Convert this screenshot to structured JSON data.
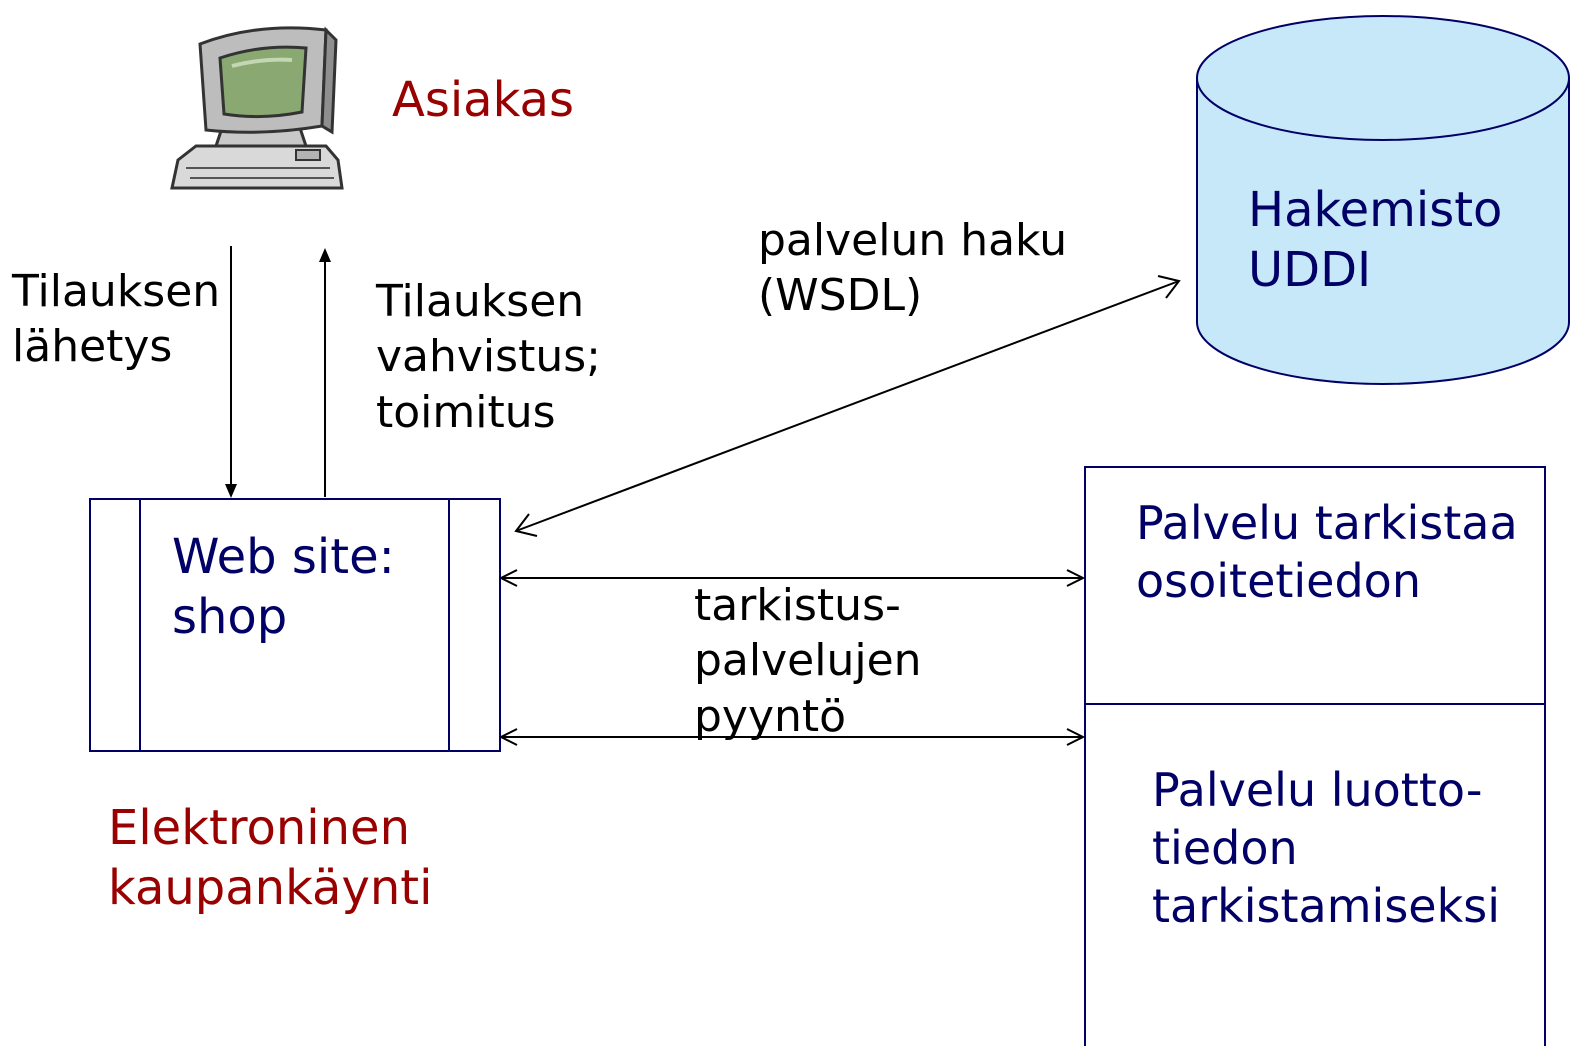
{
  "colors": {
    "line": "#000000",
    "box_text": "#000066",
    "title_text": "#990000",
    "cylinder_fill": "#c6e8f8",
    "cylinder_stroke": "#000066",
    "box_stroke": "#000066"
  },
  "icon": {
    "client": "computer-icon"
  },
  "client": {
    "label": "Asiakas"
  },
  "directory": {
    "line1": "Hakemisto",
    "line2": "UDDI"
  },
  "lookup": {
    "line1": "palvelun haku",
    "line2": "(WSDL)"
  },
  "order_send": {
    "line1": "Tilauksen",
    "line2": "lähetys"
  },
  "order_confirm": {
    "line1": "Tilauksen",
    "line2": "vahvistus;",
    "line3": "toimitus"
  },
  "website": {
    "line1": "Web site:",
    "line2": "shop"
  },
  "ecommerce": {
    "line1": "Elektroninen",
    "line2": "kaupankäynti"
  },
  "request": {
    "line1": "tarkistus-",
    "line2": "palvelujen",
    "line3": "pyyntö"
  },
  "service_address": {
    "line1": "Palvelu tarkistaa",
    "line2": "osoitetiedon"
  },
  "service_credit": {
    "line1": "Palvelu luotto-",
    "line2": "tiedon",
    "line3": "tarkistamiseksi"
  }
}
